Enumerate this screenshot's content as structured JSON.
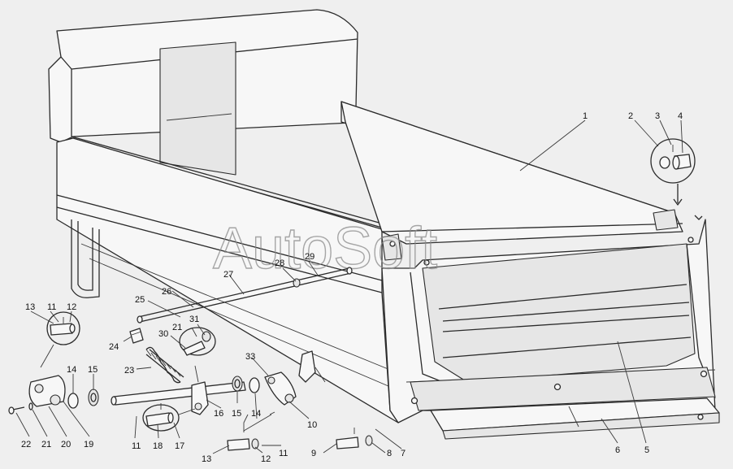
{
  "watermark": "AutoSoft",
  "labels": [
    {
      "id": "1",
      "text": "1"
    },
    {
      "id": "2",
      "text": "2"
    },
    {
      "id": "3",
      "text": "3"
    },
    {
      "id": "4",
      "text": "4"
    },
    {
      "id": "5",
      "text": "5"
    },
    {
      "id": "6",
      "text": "6"
    },
    {
      "id": "7",
      "text": "7"
    },
    {
      "id": "8",
      "text": "8"
    },
    {
      "id": "9",
      "text": "9"
    },
    {
      "id": "10",
      "text": "10"
    },
    {
      "id": "11a",
      "text": "11"
    },
    {
      "id": "11b",
      "text": "11"
    },
    {
      "id": "11c",
      "text": "11"
    },
    {
      "id": "12a",
      "text": "12"
    },
    {
      "id": "12b",
      "text": "12"
    },
    {
      "id": "13a",
      "text": "13"
    },
    {
      "id": "13b",
      "text": "13"
    },
    {
      "id": "14a",
      "text": "14"
    },
    {
      "id": "14b",
      "text": "14"
    },
    {
      "id": "15a",
      "text": "15"
    },
    {
      "id": "15b",
      "text": "15"
    },
    {
      "id": "16",
      "text": "16"
    },
    {
      "id": "17",
      "text": "17"
    },
    {
      "id": "18",
      "text": "18"
    },
    {
      "id": "19",
      "text": "19"
    },
    {
      "id": "20",
      "text": "20"
    },
    {
      "id": "21a",
      "text": "21"
    },
    {
      "id": "21b",
      "text": "21"
    },
    {
      "id": "22",
      "text": "22"
    },
    {
      "id": "23",
      "text": "23"
    },
    {
      "id": "24",
      "text": "24"
    },
    {
      "id": "25",
      "text": "25"
    },
    {
      "id": "26",
      "text": "26"
    },
    {
      "id": "27",
      "text": "27"
    },
    {
      "id": "28",
      "text": "28"
    },
    {
      "id": "29",
      "text": "29"
    },
    {
      "id": "30",
      "text": "30"
    },
    {
      "id": "31",
      "text": "31"
    },
    {
      "id": "33",
      "text": "33"
    }
  ]
}
